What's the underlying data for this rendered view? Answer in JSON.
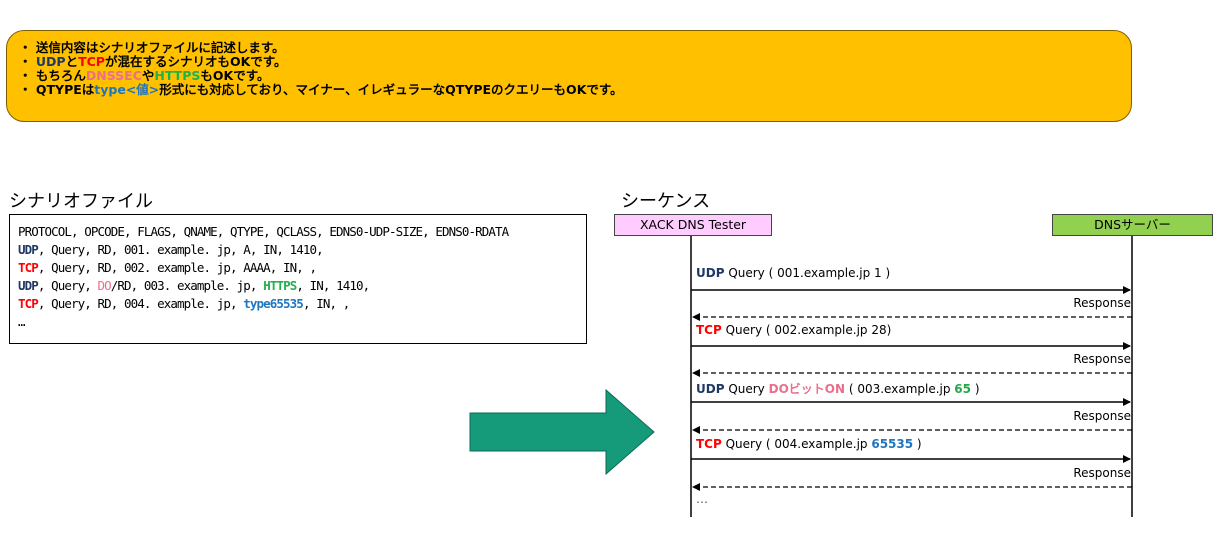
{
  "banner": {
    "bullet": "・",
    "line1": "送信内容はシナリオファイルに記述します。",
    "line2": {
      "udp": "UDP",
      "to": "と",
      "tcp": "TCP",
      "rest": "が混在するシナリオもOKです。"
    },
    "line3": {
      "a": "もちろん",
      "dnssec": "DNSSEC",
      "ya": "や",
      "https": "HTTPS",
      "rest": "もOKです。"
    },
    "line4": {
      "a": "QTYPEは",
      "type": "type<値>",
      "rest": "形式にも対応しており、マイナー、イレギュラーなQTYPEのクエリーもOKです。"
    }
  },
  "scenario": {
    "heading": "シナリオファイル",
    "header": "PROTOCOL, OPCODE, FLAGS, QNAME, QTYPE, QCLASS, EDNS0-UDP-SIZE, EDNS0-RDATA",
    "rows": [
      {
        "proto": "UDP",
        "a": ", Query, RD, 001. example. jp, A, IN, 1410,"
      },
      {
        "proto": "TCP",
        "a": ", Query, RD, 002. example. jp, AAAA, IN, ,"
      },
      {
        "proto": "UDP",
        "a": ", Query, ",
        "do": "DO",
        "b": "/RD, 003. example. jp, ",
        "qtype": "HTTPS",
        "c": ", IN, 1410,"
      },
      {
        "proto": "TCP",
        "a": ", Query, RD, 004. example. jp, ",
        "qtype": "type65535",
        "c": ", IN, ,"
      }
    ],
    "ellipsis": "…"
  },
  "sequence": {
    "heading": "シーケンス",
    "client": "XACK DNS Tester",
    "server": "DNSサーバー",
    "messages": [
      {
        "proto": "UDP",
        "text": " Query ( 001.example.jp 1 )"
      },
      {
        "proto": "TCP",
        "text": " Query ( 002.example.jp 28)"
      },
      {
        "proto": "UDP",
        "text1": " Query ",
        "flag": "DOビットON",
        "text2": " ( 003.example.jp ",
        "qtype": "65",
        "text3": " )"
      },
      {
        "proto": "TCP",
        "text1": " Query ( 004.example.jp ",
        "qtype": "65535",
        "text2": " )"
      }
    ],
    "response": "Response",
    "ellipsis": "…"
  },
  "colors": {
    "banner_bg": "#ffc000",
    "arrow": "#159a7a",
    "client_box": "#ffccff",
    "server_box": "#92d050"
  }
}
